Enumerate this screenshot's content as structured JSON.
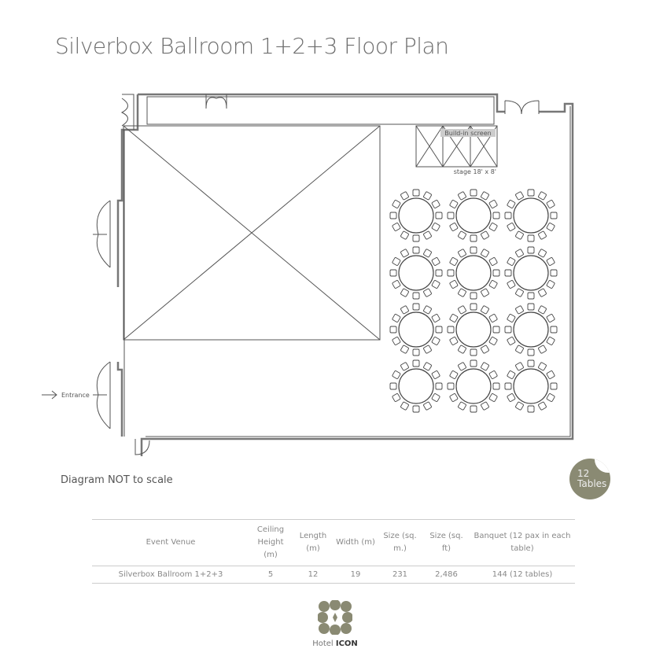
{
  "title": "Silverbox Ballroom 1+2+3 Floor Plan",
  "plan": {
    "screen_label": "Build-in screen",
    "stage_label": "stage 18' x 8'",
    "entrance_label": "Entrance",
    "tables_rows": 4,
    "tables_cols": 3,
    "chairs_per_table": 12
  },
  "note": "Diagram NOT to scale",
  "badge": {
    "count": "12",
    "label": "Tables"
  },
  "table": {
    "headers": [
      "Event Venue",
      "Ceiling Height (m)",
      "Length (m)",
      "Width (m)",
      "Size (sq. m.)",
      "Size (sq. ft)",
      "Banquet (12 pax in each table)"
    ],
    "row": [
      "Silverbox Ballroom 1+2+3",
      "5",
      "12",
      "19",
      "231",
      "2,486",
      "144 (12 tables)"
    ]
  },
  "logo": {
    "brand_prefix": "Hotel",
    "brand_name": "ICON"
  },
  "colors": {
    "accent": "#8a8a73",
    "wall": "#555555"
  }
}
